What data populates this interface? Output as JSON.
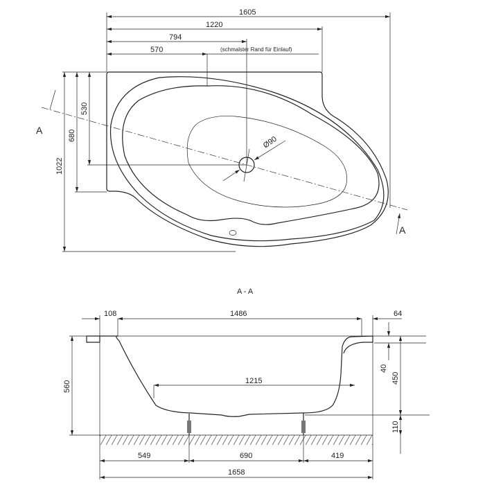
{
  "top_view": {
    "dims": {
      "overall_length": "1605",
      "deck_length": "1220",
      "drain_x": "794",
      "narrow_rim_x": "570",
      "overall_width": "1022",
      "deck_width": "680",
      "drain_y": "530",
      "drain_diameter": "Ø90"
    },
    "note": "(schmalster Rand für Einlauf)",
    "section_marker": "A"
  },
  "section": {
    "title": "A - A",
    "dims": {
      "left_rim": "108",
      "inner_length": "1486",
      "right_rim": "64",
      "floor_length": "1215",
      "total_height": "560",
      "rim_thickness": "40",
      "depth": "450",
      "feet_height": "110",
      "foot_left": "549",
      "foot_span": "690",
      "foot_right": "419",
      "overall_length": "1658"
    }
  }
}
